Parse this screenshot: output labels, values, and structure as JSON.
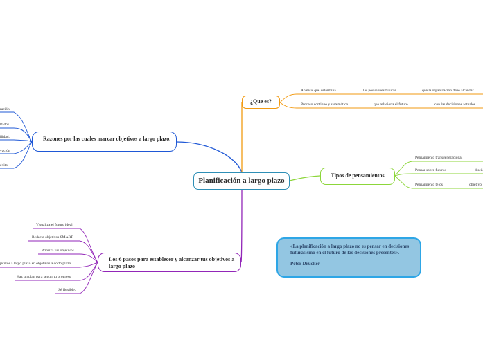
{
  "central": {
    "label": "Planificación a largo plazo"
  },
  "razones": {
    "label": "Razones por las cuales marcar objetivos a largo plazo.",
    "items": [
      "ración.",
      "ltados.",
      "ilidad.",
      "vación",
      "éxito."
    ]
  },
  "pasos": {
    "label": "Los 6 pasos para establecer y alcanzar tus objetivos a largo plazo",
    "items": [
      "Visualiza el futuro ideal",
      "Redacta objetivos SMART",
      "Prioriza tus objetivos",
      "jetivos a largo plazo en objetivos a corto plazo",
      "Haz un plan para seguir tu progreso",
      "Sé flexible."
    ]
  },
  "que_es": {
    "label": "¿Que es?",
    "row1": [
      "Análisis que determina",
      "las posiciones futuras",
      "que la organización debe alcanzar"
    ],
    "row2": [
      "Proceso continuo y sistemático",
      "que relaciona el futuro",
      "con las decisiones actuales."
    ]
  },
  "tipos": {
    "label": "Tipos de pensamientos",
    "items": [
      {
        "label": "Pensamiento transgeneracional",
        "sub": ""
      },
      {
        "label": "Pensar sobre futuros",
        "sub": "diseñ"
      },
      {
        "label": "Pensamiento telos",
        "sub": "objetivo"
      }
    ]
  },
  "quote": {
    "text": "«La planificación a largo plazo no es pensar en decisiones futuras sino en el futuro de las decisiones presentes».",
    "author": "Peter Drucker"
  },
  "colors": {
    "central": "#2e8fb6",
    "razones": "#1f58d6",
    "pasos": "#9226b8",
    "que_es": "#f29a11",
    "tipos": "#8cd63a",
    "quote_fill": "#93c6e2",
    "quote_border": "#2ea6e6"
  }
}
